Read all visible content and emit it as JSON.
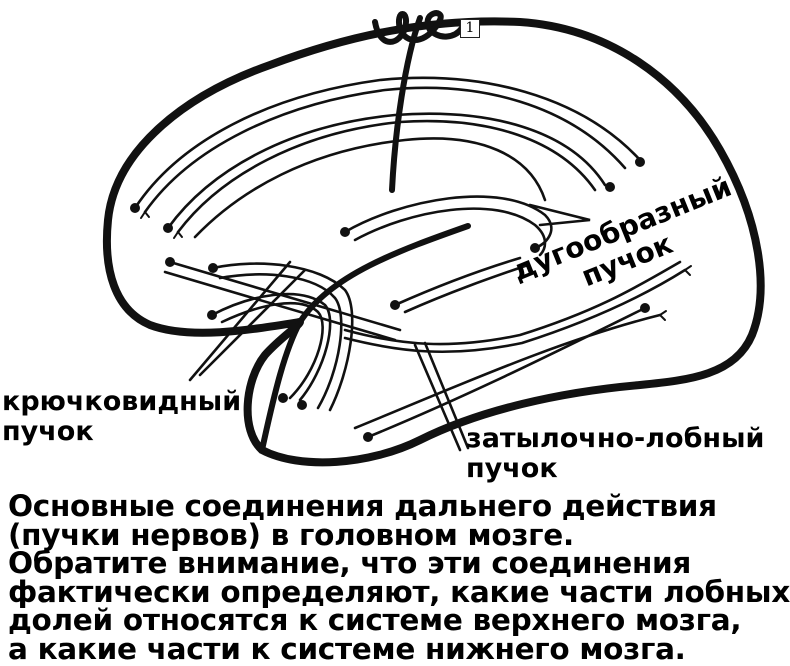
{
  "figure": {
    "subject": "brain long-range connections (nerve fascicles), sagittal view",
    "marker_label": "1",
    "labels": {
      "arcuate": {
        "line1": "дугообразный",
        "line2": "пучок"
      },
      "uncinate": {
        "line1": "крючковидный",
        "line2": "пучок"
      },
      "ifof": {
        "line1": "затылочно-лобный",
        "line2": "пучок"
      }
    }
  },
  "caption": {
    "lines": [
      "Основные соединения дальнего действия",
      "(пучки нервов) в головном мозге.",
      "Обратите внимание, что эти соединения",
      "фактически определяют, какие части лобных",
      "долей относятся к системе верхнего мозга,",
      "а какие части к системе нижнего мозга."
    ]
  },
  "colors": {
    "ink": "#111111",
    "background": "#ffffff"
  }
}
